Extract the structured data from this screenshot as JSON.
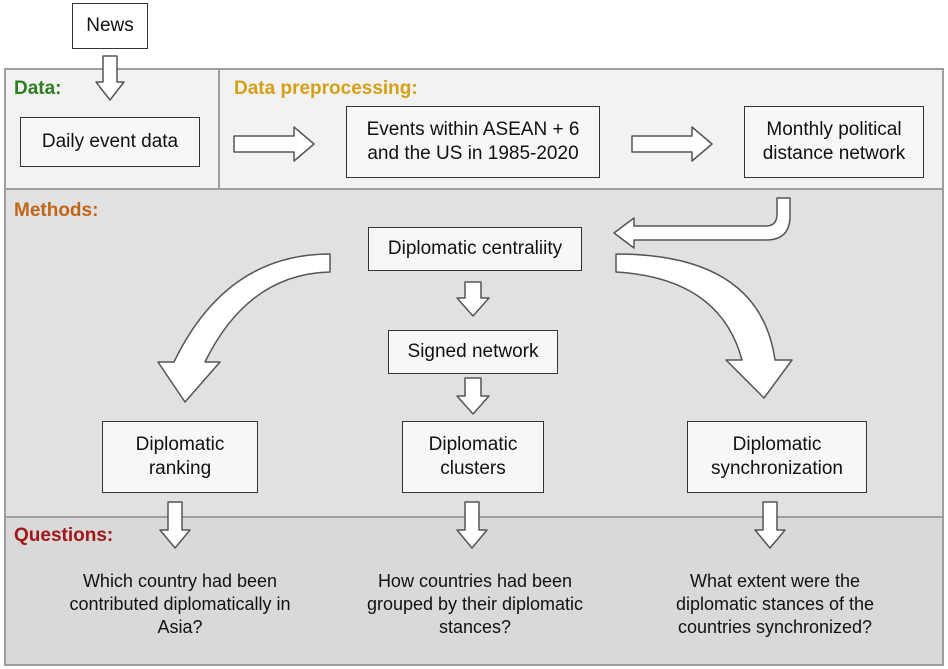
{
  "colors": {
    "data_label": "#2e7d1f",
    "preprocessing_label": "#d4a017",
    "methods_label": "#c0651a",
    "questions_label": "#a01818",
    "panel_light": "#f2f2f2",
    "panel_methods": "#e1e1e1",
    "panel_questions": "#d9d9d9"
  },
  "news": {
    "label": "News"
  },
  "data_section": {
    "label": "Data:",
    "box": "Daily event data"
  },
  "preprocessing": {
    "label": "Data preprocessing:",
    "events_line1": "Events within ASEAN + 6",
    "events_line2": "and the US in 1985-2020",
    "network_line1": "Monthly political",
    "network_line2": "distance network"
  },
  "methods": {
    "label": "Methods:",
    "centrality": "Diplomatic centraliity",
    "signed_network": "Signed network",
    "ranking_line1": "Diplomatic",
    "ranking_line2": "ranking",
    "clusters_line1": "Diplomatic",
    "clusters_line2": "clusters",
    "sync_line1": "Diplomatic",
    "sync_line2": "synchronization"
  },
  "questions": {
    "label": "Questions:",
    "q1": [
      "Which country had been",
      "contributed diplomatically in",
      "Asia?"
    ],
    "q2": [
      "How countries had been",
      "grouped by their diplomatic",
      "stances?"
    ],
    "q3": [
      "What extent were the",
      "diplomatic stances of the",
      "countries synchronized?"
    ]
  },
  "icons": [
    "down-arrow-icon",
    "right-arrow-icon",
    "curved-arrow-icon"
  ]
}
